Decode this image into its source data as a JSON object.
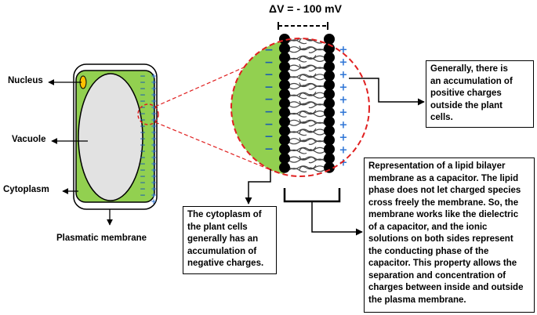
{
  "delta_v": "ΔV = - 100 mV",
  "labels": {
    "nucleus": "Nucleus",
    "vacuole": "Vacuole",
    "cytoplasm": "Cytoplasm",
    "plasmatic_membrane": "Plasmatic membrane"
  },
  "boxes": {
    "outside_positive": "Generally, there is\nan accumulation of\npositive charges\noutside the plant\ncells.",
    "inside_negative": "The cytoplasm of\nthe plant cells\ngenerally has  an\naccumulation of\nnegative charges.",
    "capacitor": "Representation of a lipid bilayer\nmembrane as a capacitor. The lipid\nphase does not let charged species\ncross freely the membrane. So, the\nmembrane works like the dielectric\nof a capacitor, and the ionic\nsolutions on both sides represent\nthe conducting phase of the\ncapacitor. This property allows the\nseparation and concentration of\ncharges between inside and outside\nthe plasma membrane."
  },
  "symbols": {
    "minus": "−",
    "plus": "+"
  },
  "colors": {
    "cytoplasm": "#92D050",
    "vacuole": "#E2E2E2",
    "nucleus": "#FFC000",
    "zoom_circle": "#E02020",
    "minus": "#1F5FAF",
    "plus": "#2E75D6",
    "lipid_head": "#000000"
  }
}
